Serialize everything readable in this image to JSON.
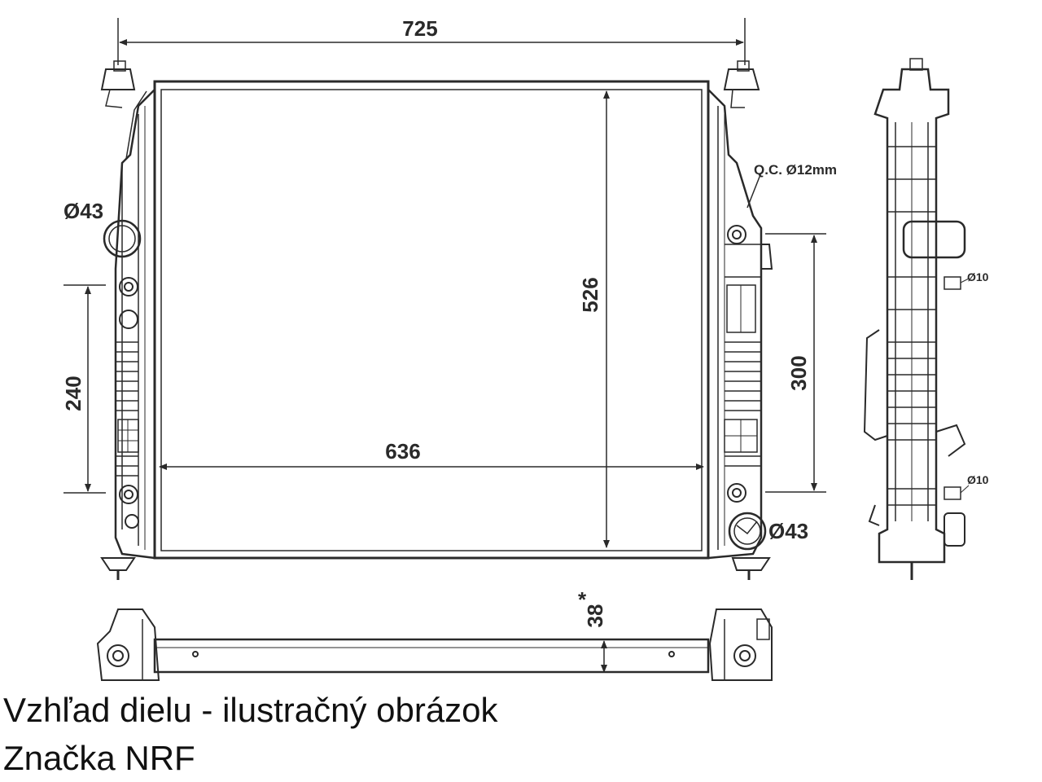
{
  "diagram": {
    "dim_overall_width": "725",
    "dim_core_width": "636",
    "dim_core_height": "526",
    "dim_left_spacing": "240",
    "dim_right_spacing": "300",
    "dim_inlet_left": "Ø43",
    "dim_outlet_right": "Ø43",
    "dim_quick_connect": "Q.C. Ø12mm",
    "dim_side_port_top": "Ø10",
    "dim_side_port_bottom": "Ø10",
    "dim_thickness": "38",
    "dim_thickness_note": "*"
  },
  "caption": {
    "line1": "Vzhľad dielu - ilustračný obrázok",
    "line2": "Značka NRF"
  },
  "colors": {
    "line": "#2a2a2a",
    "background": "#ffffff"
  }
}
